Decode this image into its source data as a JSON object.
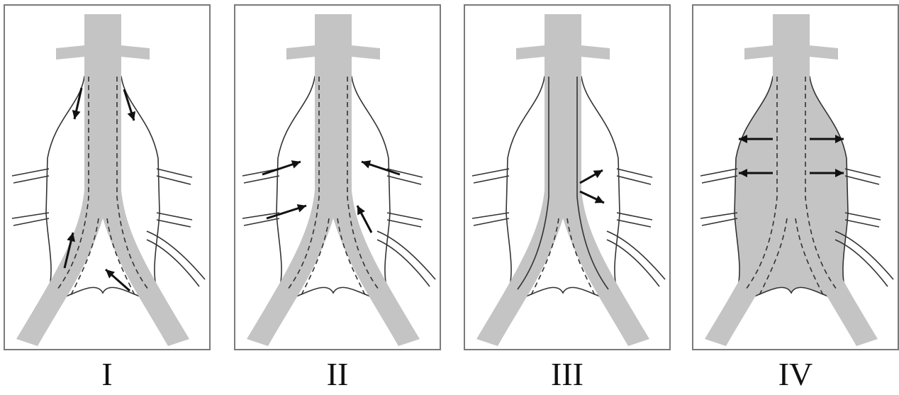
{
  "panels": [
    {
      "label": "I",
      "sac_filled": false,
      "graft_outline": "dashed"
    },
    {
      "label": "II",
      "sac_filled": false,
      "graft_outline": "dashed"
    },
    {
      "label": "III",
      "sac_filled": false,
      "graft_outline": "dashed-iliac"
    },
    {
      "label": "IV",
      "sac_filled": true,
      "graft_outline": "dashed"
    }
  ],
  "colors": {
    "vessel": "#c4c4c4",
    "stroke": "#333333",
    "border": "#7a7a7a",
    "arrow": "#111111"
  }
}
